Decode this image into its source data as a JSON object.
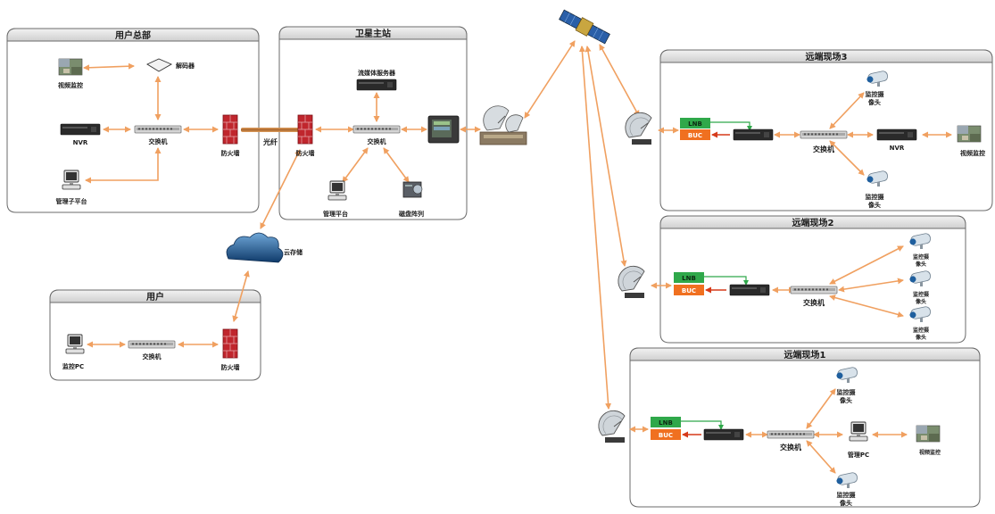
{
  "panels": {
    "hq": {
      "title": "用户总部"
    },
    "main_station": {
      "title": "卫星主站"
    },
    "user": {
      "title": "用户"
    },
    "remote3": {
      "title": "远端现场3"
    },
    "remote2": {
      "title": "远端现场2"
    },
    "remote1": {
      "title": "远端现场1"
    }
  },
  "hq": {
    "video_monitor": "视频监控",
    "decoder": "解码器",
    "nvr": "NVR",
    "switch": "交换机",
    "firewall": "防火墙",
    "sub_platform": "管理子平台"
  },
  "fiber_label": "光纤",
  "main_station": {
    "stream_server": "流媒体服务器",
    "firewall": "防火墙",
    "switch": "交换机",
    "mgmt_platform": "管理平台",
    "disk_array": "磁盘阵列"
  },
  "cloud_label": "云存储",
  "user": {
    "monitor_pc": "监控PC",
    "switch": "交换机",
    "firewall": "防火墙"
  },
  "remote3": {
    "lnb": "LNB",
    "buc": "BUC",
    "switch": "交换机",
    "nvr": "NVR",
    "video_monitor": "视频监控",
    "camera_top_l1": "监控摄",
    "camera_top_l2": "像头",
    "camera_bot_l1": "监控摄",
    "camera_bot_l2": "像头"
  },
  "remote2": {
    "lnb": "LNB",
    "buc": "BUC",
    "switch": "交换机",
    "cam1_l1": "监控摄",
    "cam1_l2": "像头",
    "cam2_l1": "监控摄",
    "cam2_l2": "像头",
    "cam3_l1": "监控摄",
    "cam3_l2": "像头"
  },
  "remote1": {
    "lnb": "LNB",
    "buc": "BUC",
    "switch": "交换机",
    "mgmt_pc": "管理PC",
    "video_monitor": "视频监控",
    "camera_top_l1": "监控摄",
    "camera_top_l2": "像头",
    "camera_bot_l1": "监控摄",
    "camera_bot_l2": "像头"
  },
  "colors": {
    "link": "#f0a060",
    "lnb": "#2fa84a",
    "buc": "#f07020",
    "firewall": "#c0262d",
    "fiber": "#b8732e",
    "panel_header": "#d9d9d9"
  }
}
